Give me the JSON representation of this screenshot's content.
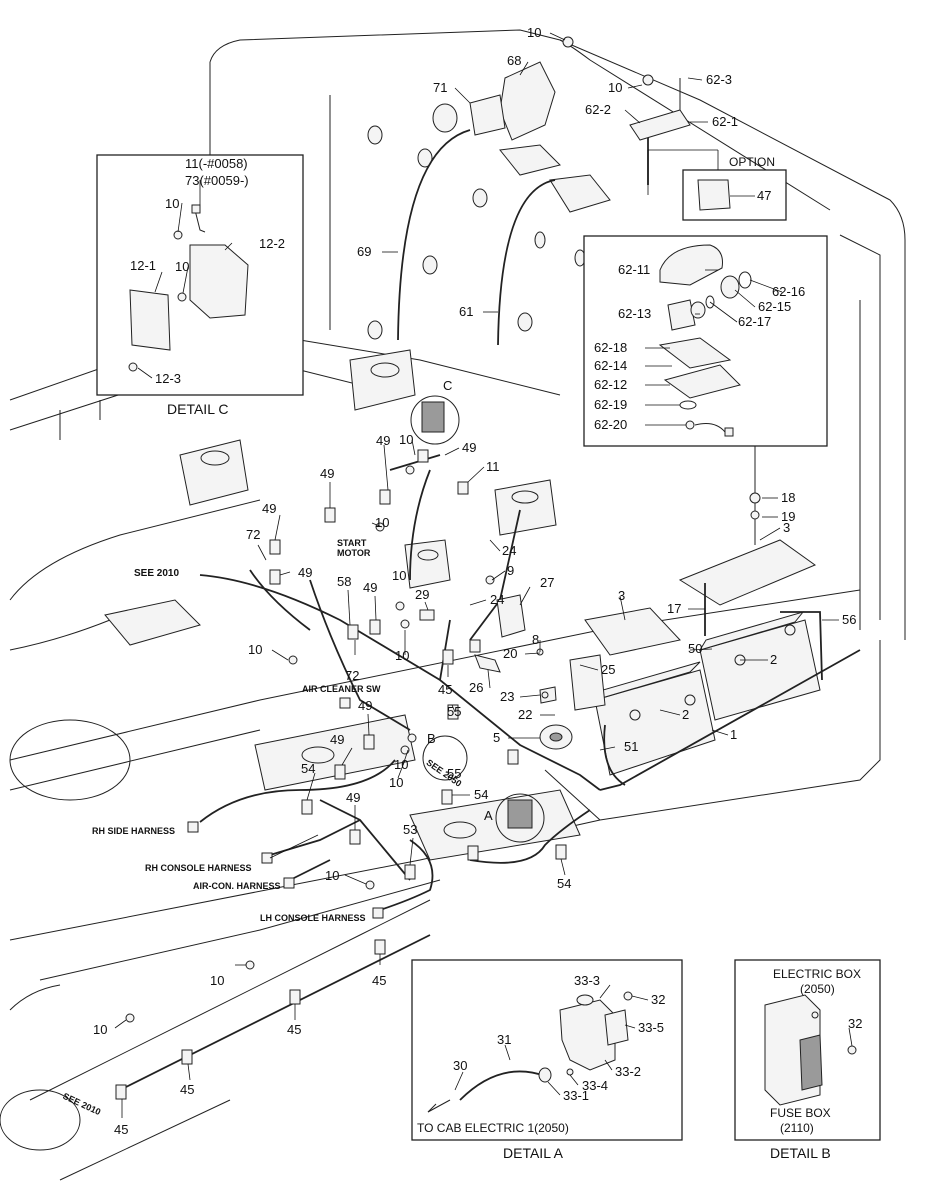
{
  "diagram": {
    "part_labels": {
      "p10_top": "10",
      "p68": "68",
      "p71": "71",
      "p10_b": "10",
      "p62_3": "62-3",
      "p62_2": "62-2",
      "p62_1": "62-1",
      "p69": "69",
      "p61": "61",
      "p18": "18",
      "p19": "19",
      "p3_a": "3",
      "p3_b": "3",
      "p56": "56",
      "p2_a": "2",
      "p2_b": "2",
      "p1": "1",
      "p17": "17",
      "p50": "50",
      "p25": "25",
      "p8": "8",
      "p20": "20",
      "p26": "26",
      "p23": "23",
      "p22": "22",
      "p5": "5",
      "p51": "51",
      "p27": "27",
      "p24_a": "24",
      "p24_b": "24",
      "p9": "9",
      "p11": "11",
      "p49_a": "49",
      "p10_c": "10",
      "p49_b": "49",
      "p49_c": "49",
      "p49_d": "49",
      "p49_e": "49",
      "p49_f": "49",
      "p49_g": "49",
      "p49_h": "49",
      "p49_i": "49",
      "p10_d": "10",
      "p72_a": "72",
      "p72_b": "72",
      "p58": "58",
      "p10_e": "10",
      "p29": "29",
      "p10_f": "10",
      "p10_g": "10",
      "p45_a": "45",
      "p55_a": "55",
      "p55_b": "55",
      "p10_h": "10",
      "p10_i": "10",
      "p54_a": "54",
      "p54_b": "54",
      "p54_c": "54",
      "p53": "53",
      "p10_j": "10",
      "p10_k": "10",
      "p45_b": "45",
      "p10_l": "10",
      "p45_c": "45",
      "p45_d": "45",
      "p45_e": "45",
      "letter_c": "C",
      "letter_b": "B",
      "letter_a": "A",
      "see_2050": "SEE 2050"
    },
    "annotations": {
      "start_motor": "START\nMOTOR",
      "start_motor_1": "START",
      "start_motor_2": "MOTOR",
      "see_2010_top": "SEE 2010",
      "see_2010_bottom": "SEE 2010",
      "air_cleaner_sw": "AIR CLEANER SW",
      "rh_side_harness": "RH SIDE HARNESS",
      "rh_console_harness": "RH CONSOLE HARNESS",
      "air_con_harness": "AIR-CON. HARNESS",
      "lh_console_harness": "LH CONSOLE HARNESS"
    },
    "option_box": {
      "title": "OPTION",
      "part": "47"
    },
    "inset_62": {
      "parts": [
        "62-11",
        "62-16",
        "62-15",
        "62-13",
        "62-17",
        "62-18",
        "62-14",
        "62-12",
        "62-19",
        "62-20"
      ]
    },
    "detail_c": {
      "caption": "DETAIL C",
      "label_11": "11(-#0058)",
      "label_73": "73(#0059-)",
      "p10_a": "10",
      "p12_2": "12-2",
      "p12_1": "12-1",
      "p10_b": "10",
      "p12_3": "12-3"
    },
    "detail_a": {
      "caption": "DETAIL A",
      "footer": "TO CAB ELECTRIC 1(2050)",
      "p33_3": "33-3",
      "p32": "32",
      "p33_5": "33-5",
      "p31": "31",
      "p30": "30",
      "p33_2": "33-2",
      "p33_4": "33-4",
      "p33_1": "33-1"
    },
    "detail_b": {
      "caption": "DETAIL B",
      "box_title": "ELECTRIC BOX",
      "box_code": "(2050)",
      "p32": "32",
      "fuse_title": "FUSE BOX",
      "fuse_code": "(2110)"
    }
  }
}
